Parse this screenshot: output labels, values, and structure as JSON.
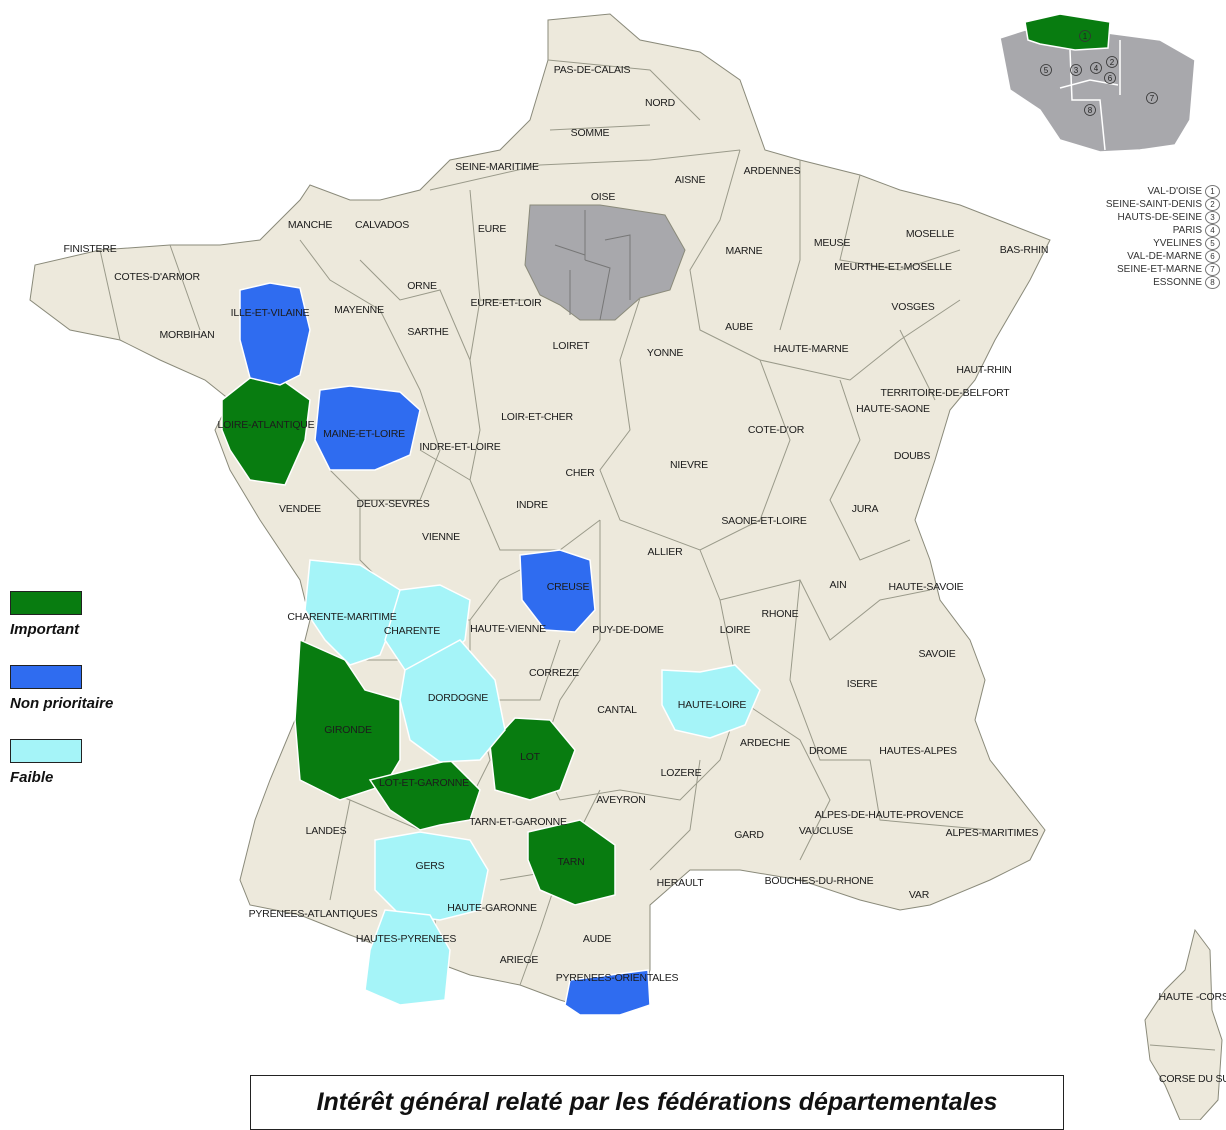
{
  "title": "Intérêt général relaté par les fédérations départementales",
  "colors": {
    "important": "#087c10",
    "non_prioritaire": "#2f6cf0",
    "faible": "#a5f4f8",
    "default": "#ede9dc",
    "idf": "#a8a8ac",
    "border": "#8a8a7a"
  },
  "legend": [
    {
      "label": "Important",
      "color": "#087c10"
    },
    {
      "label": "Non prioritaire",
      "color": "#2f6cf0"
    },
    {
      "label": "Faible",
      "color": "#a5f4f8"
    }
  ],
  "idf_key": [
    {
      "name": "VAL-D'OISE",
      "num": "1"
    },
    {
      "name": "SEINE-SAINT-DENIS",
      "num": "2"
    },
    {
      "name": "HAUTS-DE-SEINE",
      "num": "3"
    },
    {
      "name": "PARIS",
      "num": "4"
    },
    {
      "name": "YVELINES",
      "num": "5"
    },
    {
      "name": "VAL-DE-MARNE",
      "num": "6"
    },
    {
      "name": "SEINE-ET-MARNE",
      "num": "7"
    },
    {
      "name": "ESSONNE",
      "num": "8"
    }
  ],
  "inset_numbers": [
    "1",
    "2",
    "3",
    "4",
    "5",
    "6",
    "7",
    "8"
  ],
  "departments": {
    "important": [
      "LOIRE-ATLANTIQUE",
      "GIRONDE",
      "LOT-ET-GARONNE",
      "LOT",
      "TARN"
    ],
    "non_prioritaire": [
      "ILLE-ET-VILAINE",
      "MAINE-ET-LOIRE",
      "CREUSE",
      "PYRENEES-ORIENTALES"
    ],
    "faible": [
      "CHARENTE-MARITIME",
      "CHARENTE",
      "DORDOGNE",
      "HAUTE-LOIRE",
      "GERS",
      "HAUTES-PYRENEES"
    ]
  },
  "labels": [
    "PAS-DE-CALAIS",
    "NORD",
    "SOMME",
    "SEINE-MARITIME",
    "AISNE",
    "ARDENNES",
    "OISE",
    "MANCHE",
    "CALVADOS",
    "EURE",
    "MARNE",
    "MEUSE",
    "MOSELLE",
    "BAS-RHIN",
    "MEURTHE-ET-MOSELLE",
    "FINISTERE",
    "COTES-D'ARMOR",
    "ORNE",
    "ILLE-ET-VILAINE",
    "MAYENNE",
    "EURE-ET-LOIR",
    "AUBE",
    "VOSGES",
    "MORBIHAN",
    "SARTHE",
    "LOIRET",
    "HAUTE-MARNE",
    "YONNE",
    "HAUT-RHIN",
    "TERRITOIRE-DE-BELFORT",
    "HAUTE-SAONE",
    "LOIRE-ATLANTIQUE",
    "MAINE-ET-LOIRE",
    "LOIR-ET-CHER",
    "INDRE-ET-LOIRE",
    "COTE-D'OR",
    "DOUBS",
    "CHER",
    "NIEVRE",
    "VENDEE",
    "DEUX-SEVRES",
    "INDRE",
    "SAONE-ET-LOIRE",
    "JURA",
    "VIENNE",
    "ALLIER",
    "CREUSE",
    "AIN",
    "HAUTE-SAVOIE",
    "CHARENTE-MARITIME",
    "CHARENTE",
    "HAUTE-VIENNE",
    "PUY-DE-DOME",
    "LOIRE",
    "RHONE",
    "SAVOIE",
    "CORREZE",
    "ISERE",
    "DORDOGNE",
    "CANTAL",
    "HAUTE-LOIRE",
    "GIRONDE",
    "ARDECHE",
    "DROME",
    "HAUTES-ALPES",
    "LOT",
    "LOT-ET-GARONNE",
    "LOZERE",
    "AVEYRON",
    "ALPES-DE-HAUTE-PROVENCE",
    "TARN-ET-GARONNE",
    "VAUCLUSE",
    "ALPES-MARITIMES",
    "LANDES",
    "GARD",
    "GERS",
    "TARN",
    "HERAULT",
    "BOUCHES-DU-RHONE",
    "VAR",
    "PYRENEES-ATLANTIQUES",
    "HAUTE-GARONNE",
    "HAUTES-PYRENEES",
    "AUDE",
    "ARIEGE",
    "PYRENEES-ORIENTALES",
    "HAUTE -CORSE",
    "CORSE DU SUD"
  ]
}
